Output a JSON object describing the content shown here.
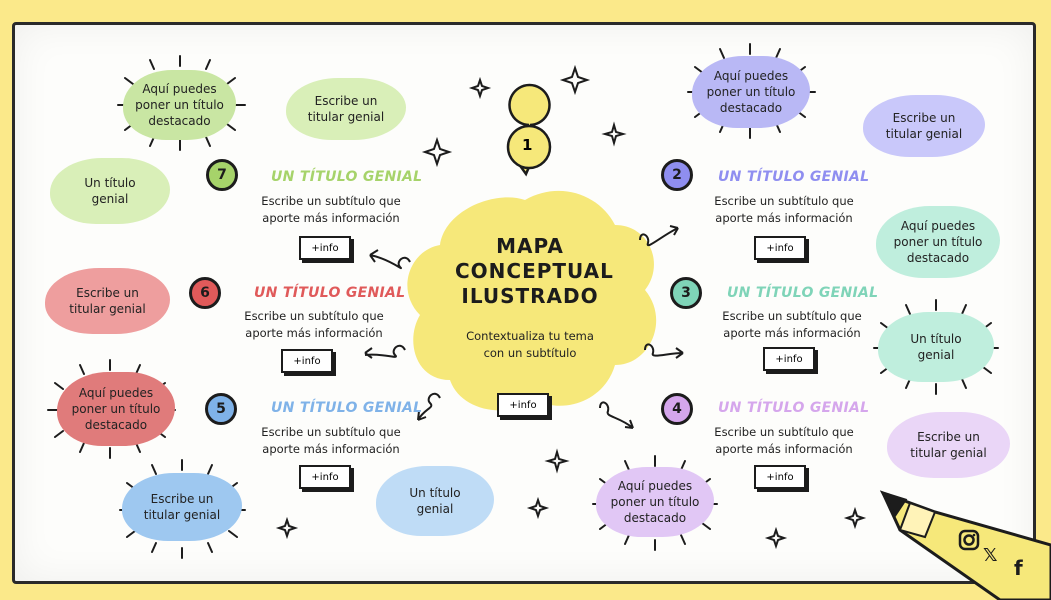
{
  "center": {
    "title": "MAPA\nCONCEPTUAL\nILUSTRADO",
    "subtitle": "Contextualiza tu tema\ncon un subtítulo",
    "info_label": "+info",
    "marker_number": "1",
    "color": "#f6e87a"
  },
  "topics": [
    {
      "number": "7",
      "title": "UN TÍTULO GENIAL",
      "subtitle": "Escribe un subtítulo que\naporte más información",
      "info_label": "+info",
      "color": "#a6d36a",
      "number_color": "#a6d36a"
    },
    {
      "number": "6",
      "title": "UN TÍTULO GENIAL",
      "subtitle": "Escribe un subtítulo que\naporte más información",
      "info_label": "+info",
      "color": "#e05a5a",
      "number_color": "#e05a5a"
    },
    {
      "number": "5",
      "title": "UN TÍTULO GENIAL",
      "subtitle": "Escribe un subtítulo que\naporte más información",
      "info_label": "+info",
      "color": "#7fb2e8",
      "number_color": "#7fb2e8"
    },
    {
      "number": "2",
      "title": "UN TÍTULO GENIAL",
      "subtitle": "Escribe un subtítulo que\naporte más información",
      "info_label": "+info",
      "color": "#8f8ef0",
      "number_color": "#8f8ef0"
    },
    {
      "number": "3",
      "title": "UN TÍTULO GENIAL",
      "subtitle": "Escribe un subtítulo que\naporte más información",
      "info_label": "+info",
      "color": "#7fd4b8",
      "number_color": "#7fd4b8"
    },
    {
      "number": "4",
      "title": "UN TÍTULO GENIAL",
      "subtitle": "Escribe un subtítulo que\naporte más información",
      "info_label": "+info",
      "color": "#d5a6ec",
      "number_color": "#d5a6ec"
    }
  ],
  "bubbles": [
    {
      "text": "Aquí puedes\nponer un título\ndestacado",
      "color": "#c9e6a3"
    },
    {
      "text": "Escribe un\ntitular genial",
      "color": "#d9efb8"
    },
    {
      "text": "Un título\ngenial",
      "color": "#d9efb8"
    },
    {
      "text": "Escribe un\ntitular genial",
      "color": "#ee9e9e"
    },
    {
      "text": "Aquí puedes\nponer un título\ndestacado",
      "color": "#e07b7b"
    },
    {
      "text": "Escribe un\ntitular genial",
      "color": "#9ec8f0"
    },
    {
      "text": "Un título\ngenial",
      "color": "#bfdcf6"
    },
    {
      "text": "Aquí puedes\nponer un título\ndestacado",
      "color": "#b9b8f5"
    },
    {
      "text": "Escribe un\ntitular genial",
      "color": "#c9c8fa"
    },
    {
      "text": "Aquí puedes\nponer un título\ndestacado",
      "color": "#bfeedd"
    },
    {
      "text": "Un título\ngenial",
      "color": "#bfeedd"
    },
    {
      "text": "Escribe un\ntitular genial",
      "color": "#ead6f7"
    },
    {
      "text": "Aquí puedes\nponer un título\ndestacado",
      "color": "#e1c7f5"
    }
  ],
  "social": {
    "icons": [
      "instagram-icon",
      "x-icon",
      "facebook-icon"
    ],
    "x_glyph": "𝕏",
    "facebook_glyph": "f"
  }
}
